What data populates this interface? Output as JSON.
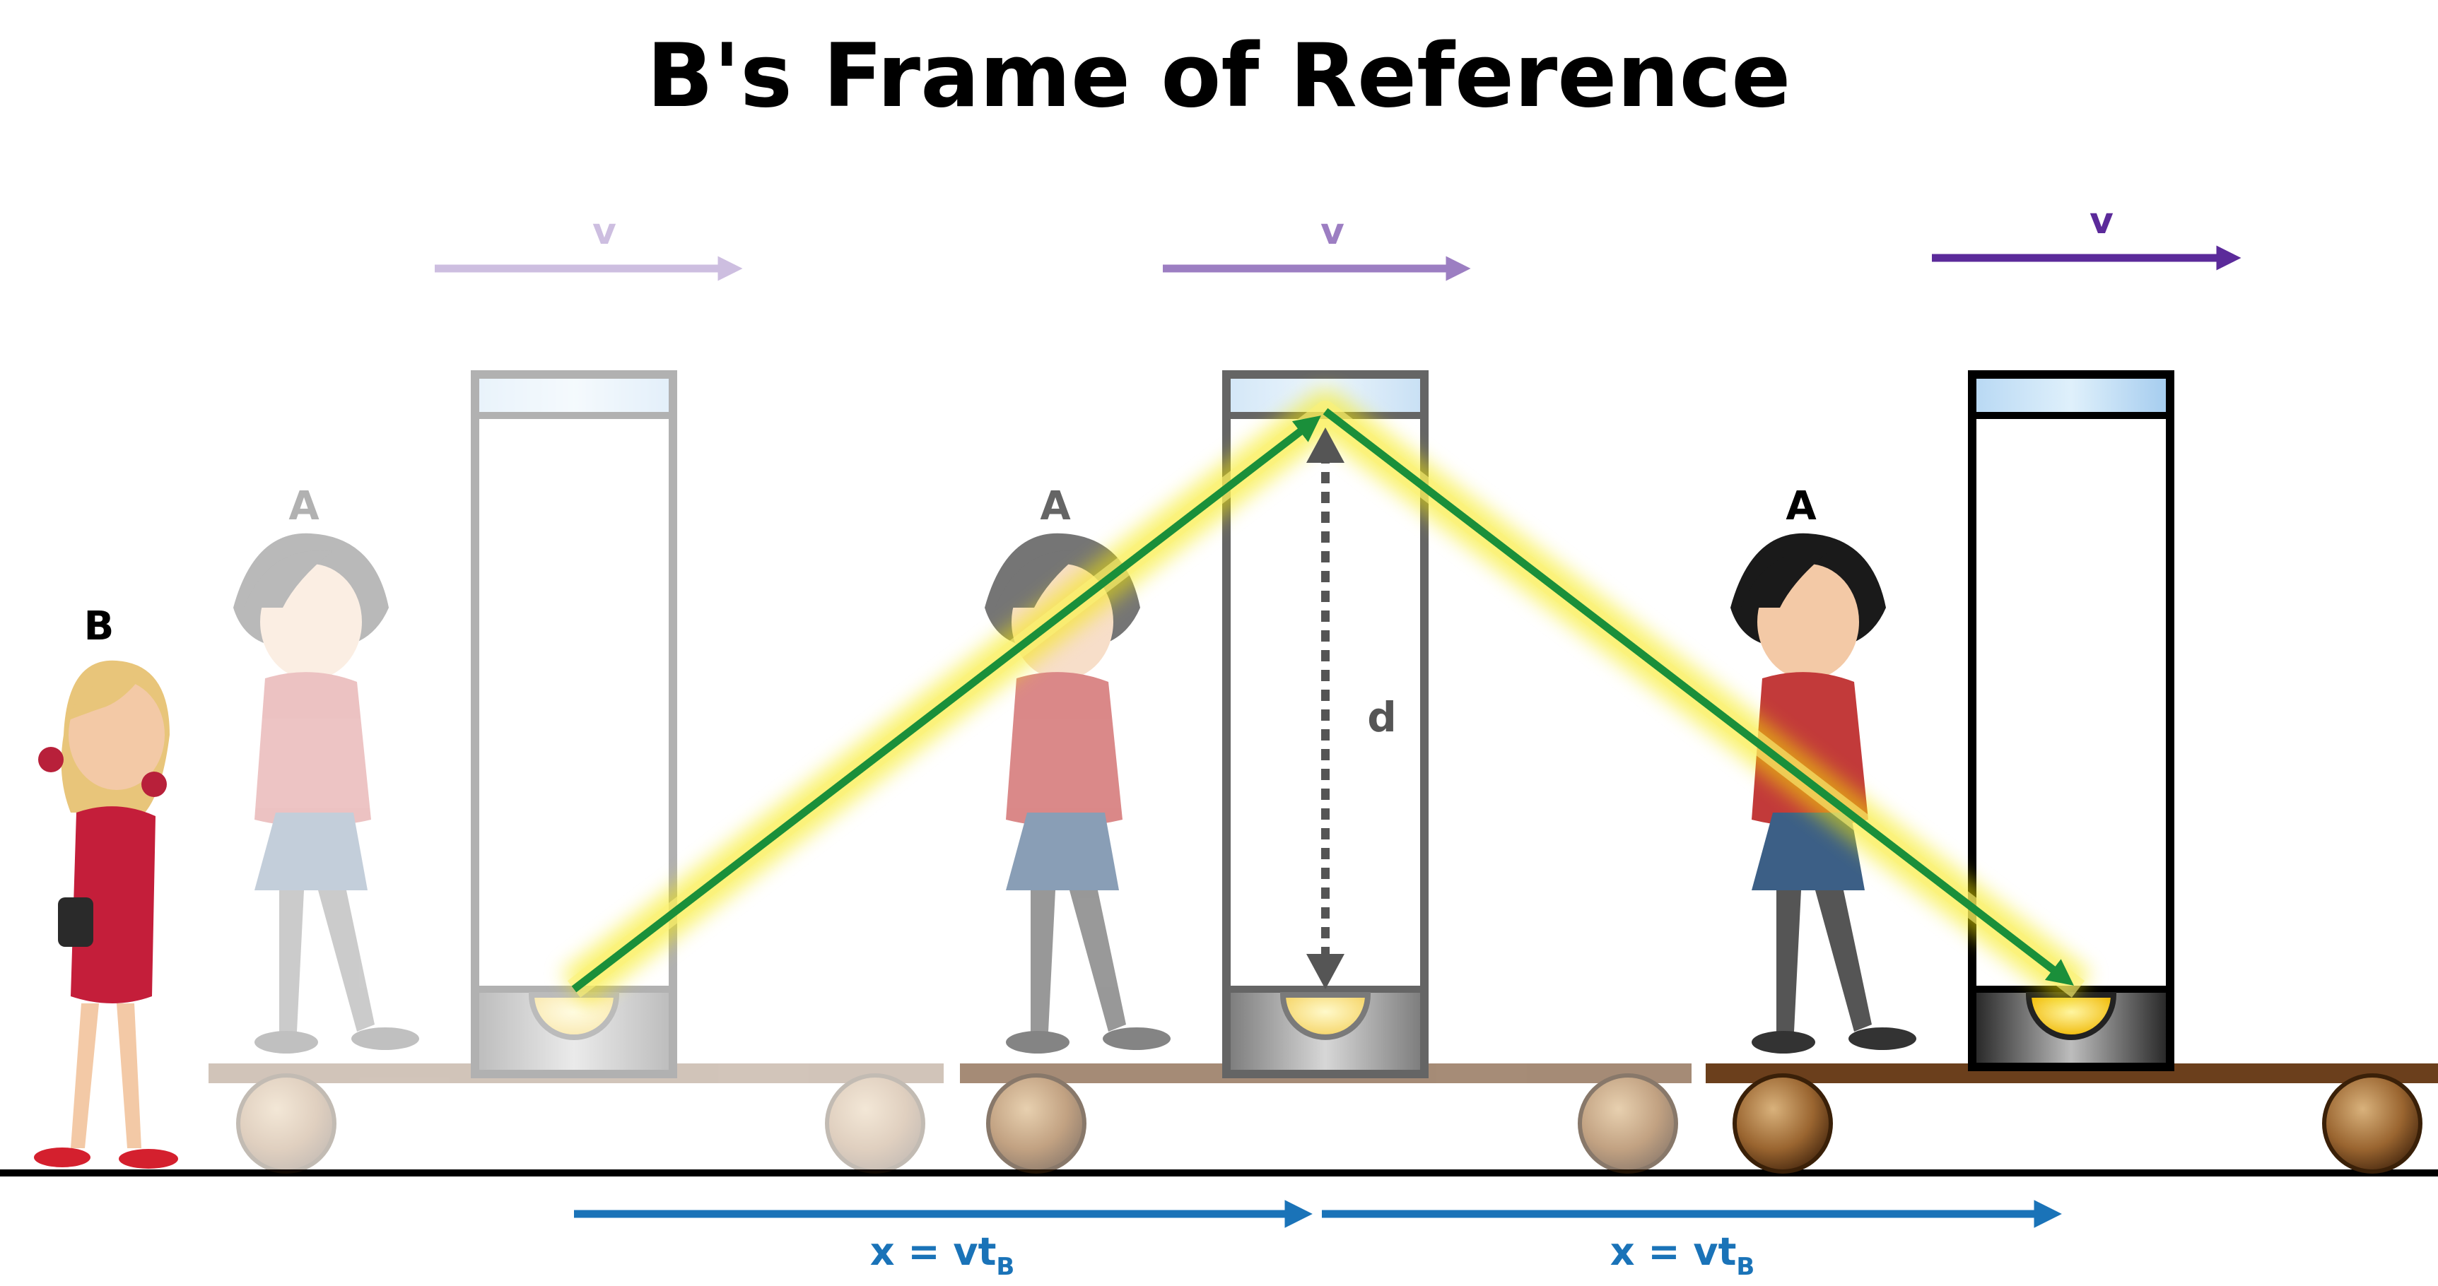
{
  "title": "B's Frame of Reference",
  "observer_label": "B",
  "frames": [
    {
      "label": "A",
      "velocity_label": "v",
      "opacity": 0.3
    },
    {
      "label": "A",
      "velocity_label": "v",
      "opacity": 0.6
    },
    {
      "label": "A",
      "velocity_label": "v",
      "opacity": 1.0
    }
  ],
  "distance_label": "d",
  "displacement_labels": [
    {
      "main": "x = vt",
      "sub": "B"
    },
    {
      "main": "x = vt",
      "sub": "B"
    }
  ],
  "colors": {
    "velocity_arrow": "#5b2a9a",
    "light_path": "#1a8f3a",
    "light_glow": "#f5e800",
    "displacement_arrow": "#1a73b8",
    "cart": "#6b3f1c",
    "wheel": "#7a4a22",
    "ground": "#000000",
    "mirror": "#a9cfee",
    "distance_arrow": "#555555"
  }
}
